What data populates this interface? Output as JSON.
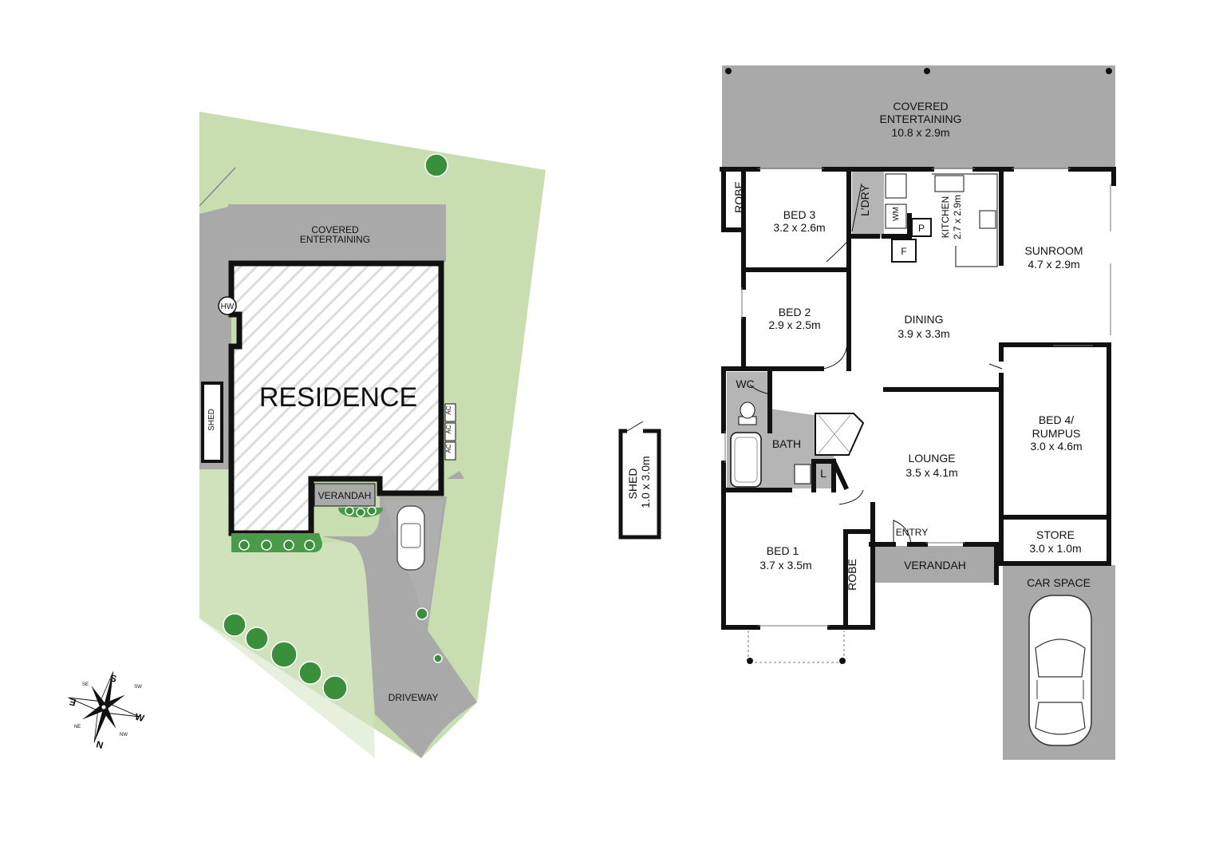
{
  "colors": {
    "lawn": "#c8ddb0",
    "lawn_dark": "#b8d39c",
    "paving": "#a9a9a9",
    "wall": "#111111",
    "floor": "#ffffff",
    "wet_area": "#b5b5b5",
    "tree": "#3a8f3a"
  },
  "site_plan": {
    "covered_entertaining": [
      "COVERED",
      "ENTERTAINING"
    ],
    "residence": "RESIDENCE",
    "hot_water": "HW",
    "shed": "SHED",
    "ac_units": [
      "AC",
      "AC",
      "AC"
    ],
    "verandah": "VERANDAH",
    "driveway": "DRIVEWAY"
  },
  "compass": {
    "north": "N",
    "south": "S",
    "east": "E",
    "west": "W",
    "nw": "NW",
    "ne": "NE",
    "sw": "SW",
    "se": "SE"
  },
  "shed_detached": {
    "name": "SHED",
    "dims": "1.0 x 3.0m"
  },
  "floor_plan": {
    "covered_entertaining": {
      "name1": "COVERED",
      "name2": "ENTERTAINING",
      "dims": "10.8 x 2.9m"
    },
    "robe_top": "ROBE",
    "bed3": {
      "name": "BED 3",
      "dims": "3.2 x 2.6m"
    },
    "laundry": "L'DRY",
    "wm": "WM",
    "kitchen": {
      "name": "KITCHEN",
      "dims": "2.7 x 2.9m"
    },
    "pantry": "P",
    "fridge": "F",
    "sunroom": {
      "name": "SUNROOM",
      "dims": "4.7 x 2.9m"
    },
    "bed2": {
      "name": "BED 2",
      "dims": "2.9 x 2.5m"
    },
    "dining": {
      "name": "DINING",
      "dims": "3.9 x 3.3m"
    },
    "wc": "WC",
    "bath": "BATH",
    "linen": "L",
    "lounge": {
      "name": "LOUNGE",
      "dims": "3.5 x 4.1m"
    },
    "bed4": {
      "name1": "BED 4/",
      "name2": "RUMPUS",
      "dims": "3.0 x 4.6m"
    },
    "entry": "ENTRY",
    "store": {
      "name": "STORE",
      "dims": "3.0 x 1.0m"
    },
    "bed1": {
      "name": "BED 1",
      "dims": "3.7 x 3.5m"
    },
    "robe_bottom": "ROBE",
    "verandah": "VERANDAH",
    "car_space": "CAR SPACE"
  }
}
